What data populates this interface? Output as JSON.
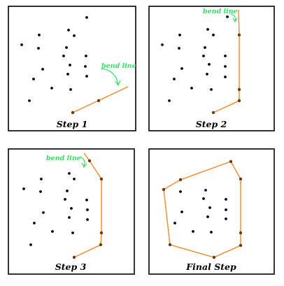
{
  "panels": [
    {
      "step_label": "Step 1",
      "bend_label": "bend line"
    },
    {
      "step_label": "Step 2",
      "bend_label": "bend line"
    },
    {
      "step_label": "Step 3",
      "bend_label": "bend line"
    },
    {
      "step_label": "Final Step",
      "bend_label": ""
    }
  ],
  "colors": {
    "hull_line": "#f08a24",
    "hull_vertex": "#6b3a10",
    "bend_annotation": "#3ddc64",
    "point": "#000000",
    "frame": "#000000"
  }
}
